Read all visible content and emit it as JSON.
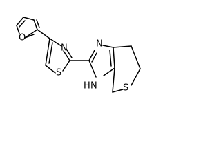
{
  "molecule": {
    "atoms": {
      "o1": "O",
      "n1": "N",
      "s1": "S",
      "n2": "N",
      "nh": "NH",
      "h": "H",
      "s2": "S"
    }
  }
}
